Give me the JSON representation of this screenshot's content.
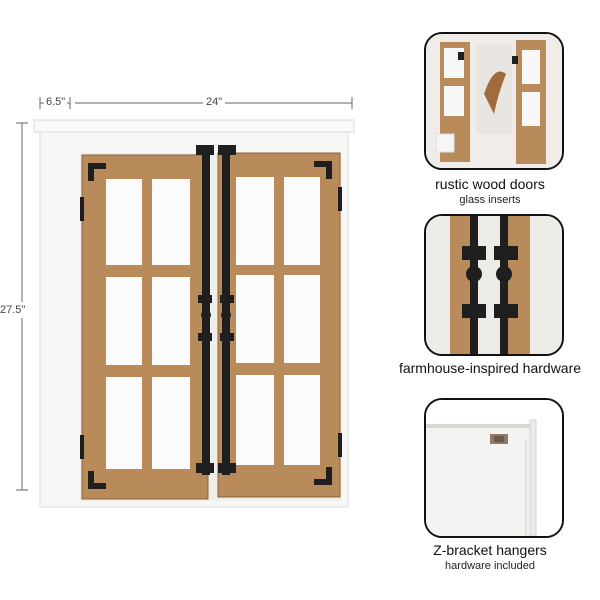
{
  "dimensions": {
    "depth": "6.5\"",
    "width": "24\"",
    "height": "27.5\""
  },
  "features": [
    {
      "title": "rustic wood doors",
      "subtitle": "glass inserts"
    },
    {
      "title": "farmhouse-inspired hardware",
      "subtitle": ""
    },
    {
      "title": "Z-bracket hangers",
      "subtitle": "hardware included"
    }
  ],
  "colors": {
    "cabinet_white": "#f7f7f5",
    "wood": "#b98a5a",
    "hardware": "#1f1f1f",
    "outline": "#111111"
  }
}
